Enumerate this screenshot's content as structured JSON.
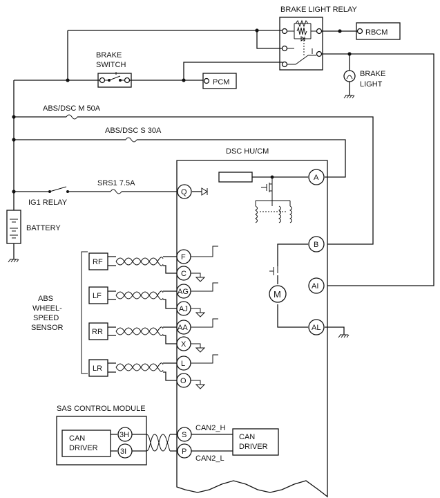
{
  "labels": {
    "brake_light_relay": "BRAKE LIGHT RELAY",
    "rbcm": "RBCM",
    "brake_switch_1": "BRAKE",
    "brake_switch_2": "SWITCH",
    "pcm": "PCM",
    "brake_light_1": "BRAKE",
    "brake_light_2": "LIGHT",
    "fuse_m": "ABS/DSC M 50A",
    "fuse_s": "ABS/DSC S 30A",
    "dsc_hucm": "DSC HU/CM",
    "srs1": "SRS1 7.5A",
    "ig1_relay": "IG1 RELAY",
    "battery": "BATTERY",
    "sensor_1": "ABS",
    "sensor_2": "WHEEL-",
    "sensor_3": "SPEED",
    "sensor_4": "SENSOR",
    "sas": "SAS CONTROL MODULE",
    "can_driver_1": "CAN",
    "can_driver_2": "DRIVER",
    "can2_h": "CAN2_H",
    "can2_l": "CAN2_L",
    "motor": "M"
  },
  "sensors": {
    "rf": "RF",
    "lf": "LF",
    "rr": "RR",
    "lr": "LR"
  },
  "terminals": {
    "a": "A",
    "b": "B",
    "ai": "AI",
    "al": "AL",
    "q": "Q",
    "f": "F",
    "c": "C",
    "ag": "AG",
    "aj": "AJ",
    "aa": "AA",
    "x": "X",
    "l": "L",
    "o": "O",
    "s": "S",
    "p": "P",
    "h3": "3H",
    "i3": "3I"
  }
}
